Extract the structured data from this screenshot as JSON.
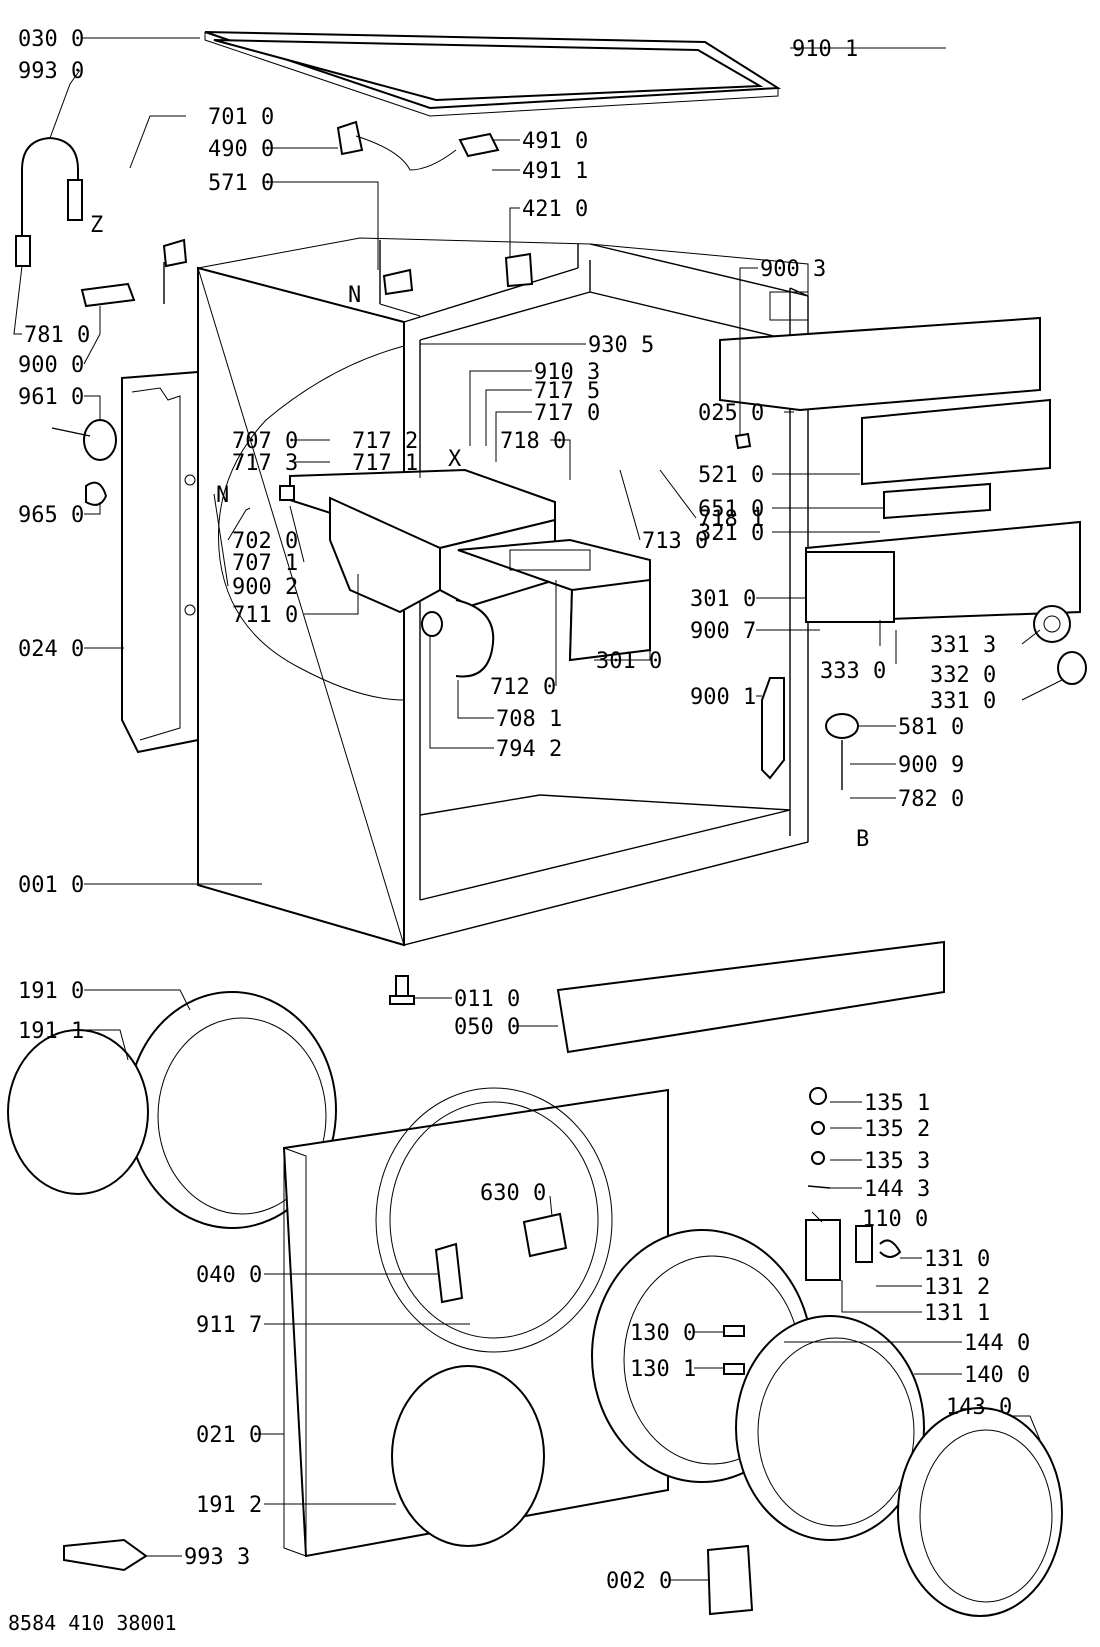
{
  "diagram": {
    "footer_code": "8584 410 38001",
    "markers": {
      "n1": "N",
      "n2": "N",
      "x": "X",
      "z": "Z",
      "b": "B"
    },
    "labels": {
      "l0300": "030 0",
      "l9930": "993 0",
      "l7010": "701 0",
      "l4900": "490 0",
      "l5710": "571 0",
      "l4910": "491 0",
      "l4911": "491 1",
      "l4210": "421 0",
      "l9101": "910 1",
      "l9003": "900 3",
      "l7810": "781 0",
      "l9000": "900 0",
      "l9610": "961 0",
      "l9650": "965 0",
      "l0240": "024 0",
      "l9305": "930 5",
      "l9103": "910 3",
      "l7175": "717 5",
      "l7170": "717 0",
      "l7180": "718 0",
      "l7070": "707 0",
      "l7172": "717 2",
      "l7173": "717 3",
      "l7171": "717 1",
      "l7020": "702 0",
      "l7071": "707 1",
      "l9002": "900 2",
      "l7110": "711 0",
      "l7181": "718 1",
      "l7130": "713 0",
      "l0250": "025 0",
      "l5210": "521 0",
      "l6510": "651 0",
      "l3210": "321 0",
      "l3010a": "301 0",
      "l9007": "900 7",
      "l3010b": "301 0",
      "l3313": "331 3",
      "l3330": "333 0",
      "l3320": "332 0",
      "l3310": "331 0",
      "l7120": "712 0",
      "l7081": "708 1",
      "l7942": "794 2",
      "l9001": "900 1",
      "l5810": "581 0",
      "l9009": "900 9",
      "l7820": "782 0",
      "l0010": "001 0",
      "l1910": "191 0",
      "l1911": "191 1",
      "l0110": "011 0",
      "l0500": "050 0",
      "l1351": "135 1",
      "l1352": "135 2",
      "l1353": "135 3",
      "l1443": "144 3",
      "l1100": "110 0",
      "l1310": "131 0",
      "l1312": "131 2",
      "l1311": "131 1",
      "l6300": "630 0",
      "l0400": "040 0",
      "l9117": "911 7",
      "l1300": "130 0",
      "l1301": "130 1",
      "l1440": "144 0",
      "l1400": "140 0",
      "l1430": "143 0",
      "l0210": "021 0",
      "l1912": "191 2",
      "l9933": "993 3",
      "l0020": "002 0"
    }
  }
}
